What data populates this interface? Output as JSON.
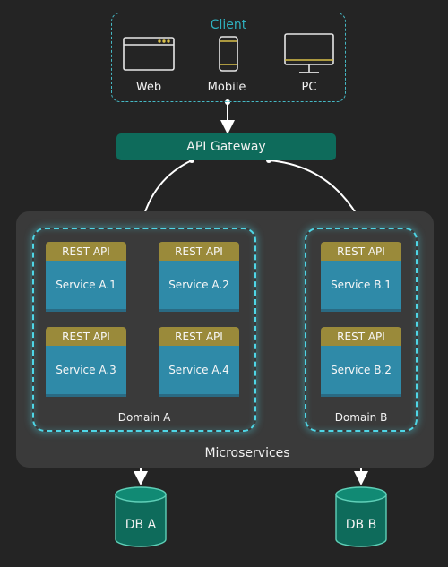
{
  "client": {
    "title": "Client",
    "devices": [
      {
        "label": "Web",
        "icon": "browser-window-icon"
      },
      {
        "label": "Mobile",
        "icon": "smartphone-icon"
      },
      {
        "label": "PC",
        "icon": "desktop-monitor-icon"
      }
    ]
  },
  "gateway": {
    "label": "API Gateway"
  },
  "microservices": {
    "label": "Microservices",
    "domains": [
      {
        "label": "Domain A",
        "services": [
          {
            "api": "REST API",
            "name": "Service A.1"
          },
          {
            "api": "REST API",
            "name": "Service A.2"
          },
          {
            "api": "REST API",
            "name": "Service A.3"
          },
          {
            "api": "REST API",
            "name": "Service A.4"
          }
        ]
      },
      {
        "label": "Domain B",
        "services": [
          {
            "api": "REST API",
            "name": "Service B.1"
          },
          {
            "api": "REST API",
            "name": "Service B.2"
          }
        ]
      }
    ]
  },
  "databases": [
    {
      "label": "DB A"
    },
    {
      "label": "DB B"
    }
  ],
  "colors": {
    "background": "#242424",
    "accent_cyan": "#46b8c4",
    "gateway": "#0e6b5b",
    "rest_api": "#9a8a3a",
    "service": "#2f8aa8",
    "database": "#0e6b5b",
    "monitor_yellow": "#d9c04a"
  }
}
